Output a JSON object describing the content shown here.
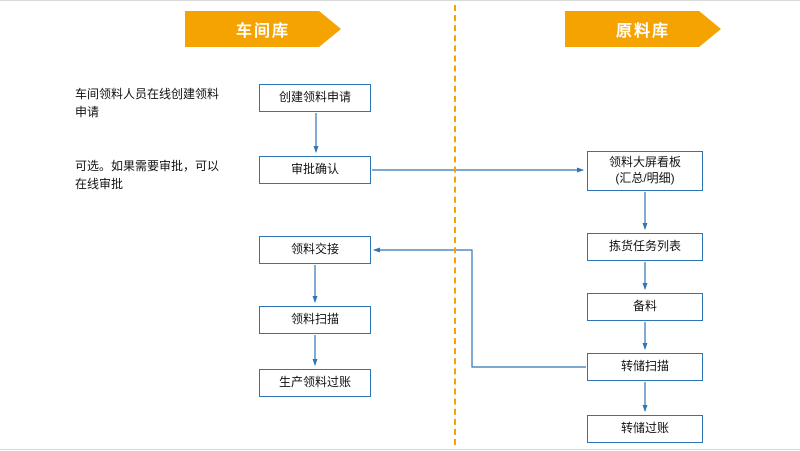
{
  "colors": {
    "accent_orange": "#F5A300",
    "connector_blue": "#2E75B6",
    "box_border_blue": "#2E75B6",
    "text": "#111111"
  },
  "lanes": {
    "left_title": "车间库",
    "right_title": "原料库"
  },
  "annotations": [
    {
      "text": "车间领料人员在线创建领料申请"
    },
    {
      "text": "可选。如果需要审批，可以在线审批"
    }
  ],
  "workshop_nodes": [
    {
      "id": "create-request",
      "label": "创建领料申请"
    },
    {
      "id": "approval-confirm",
      "label": "审批确认"
    },
    {
      "id": "material-handover",
      "label": "领料交接"
    },
    {
      "id": "material-scan",
      "label": "领料扫描"
    },
    {
      "id": "production-posting",
      "label": "生产领料过账"
    }
  ],
  "raw_material_nodes": [
    {
      "id": "dashboard",
      "label": "领料大屏看板\n(汇总/明细)"
    },
    {
      "id": "picking-tasks",
      "label": "拣货任务列表"
    },
    {
      "id": "prepare-material",
      "label": "备料"
    },
    {
      "id": "transfer-scan",
      "label": "转储扫描"
    },
    {
      "id": "transfer-posting",
      "label": "转储过账"
    }
  ]
}
